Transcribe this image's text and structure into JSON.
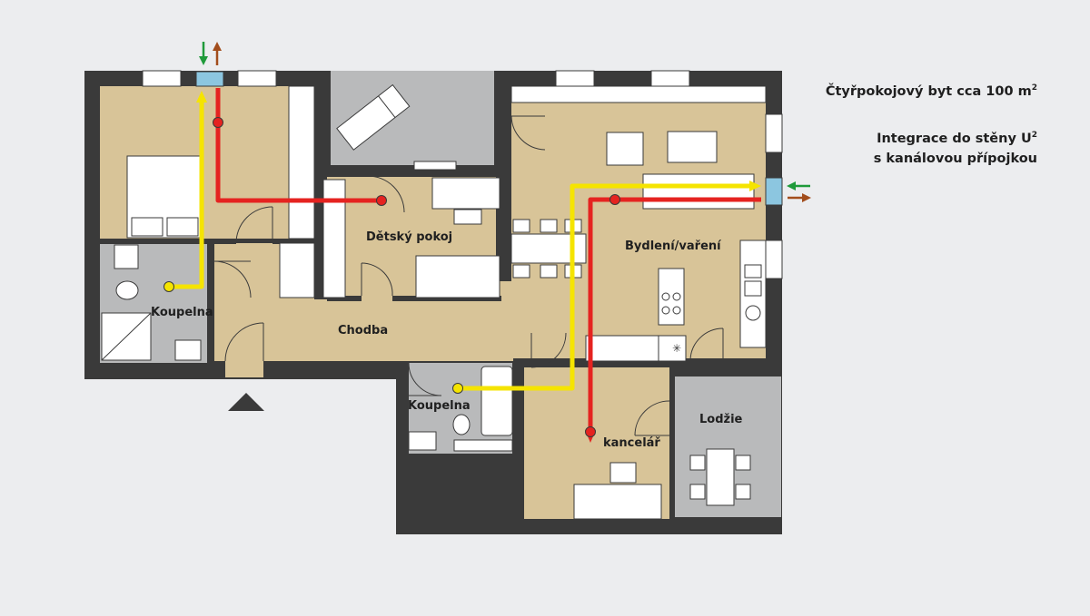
{
  "heading": {
    "title": "Čtyřpokojový byt cca 100 m",
    "title_sup": "2",
    "subtitle_line1": "Integrace do stěny U",
    "subtitle_line1_sup": "2",
    "subtitle_line2": "s kanálovou přípojkou"
  },
  "rooms": {
    "detsky_pokoj": "Dětský pokoj",
    "bydleni": "Bydlení/vaření",
    "koupelna_left": "Koupelna",
    "chodba": "Chodba",
    "koupelna_center": "Koupelna",
    "kancelar": "kancelář",
    "lodzie": "Lodžie"
  },
  "colors": {
    "background": "#ecedef",
    "wall": "#3a3a3a",
    "floor": "#d8c498",
    "tile": "#b9babb",
    "furniture": "#ffffff",
    "supply_air": "#f5e400",
    "exhaust_air": "#e52320",
    "fresh_air_arrow": "#1f9a3a",
    "outgoing_air_arrow": "#a24d1c",
    "vent_unit": "#8cc6e0"
  },
  "icons": [
    "entrance-triangle-icon",
    "vent-unit-icon",
    "fresh-air-arrow-icon",
    "outgoing-air-arrow-icon",
    "cooktop-icon",
    "sink-icon",
    "toilet-icon"
  ]
}
